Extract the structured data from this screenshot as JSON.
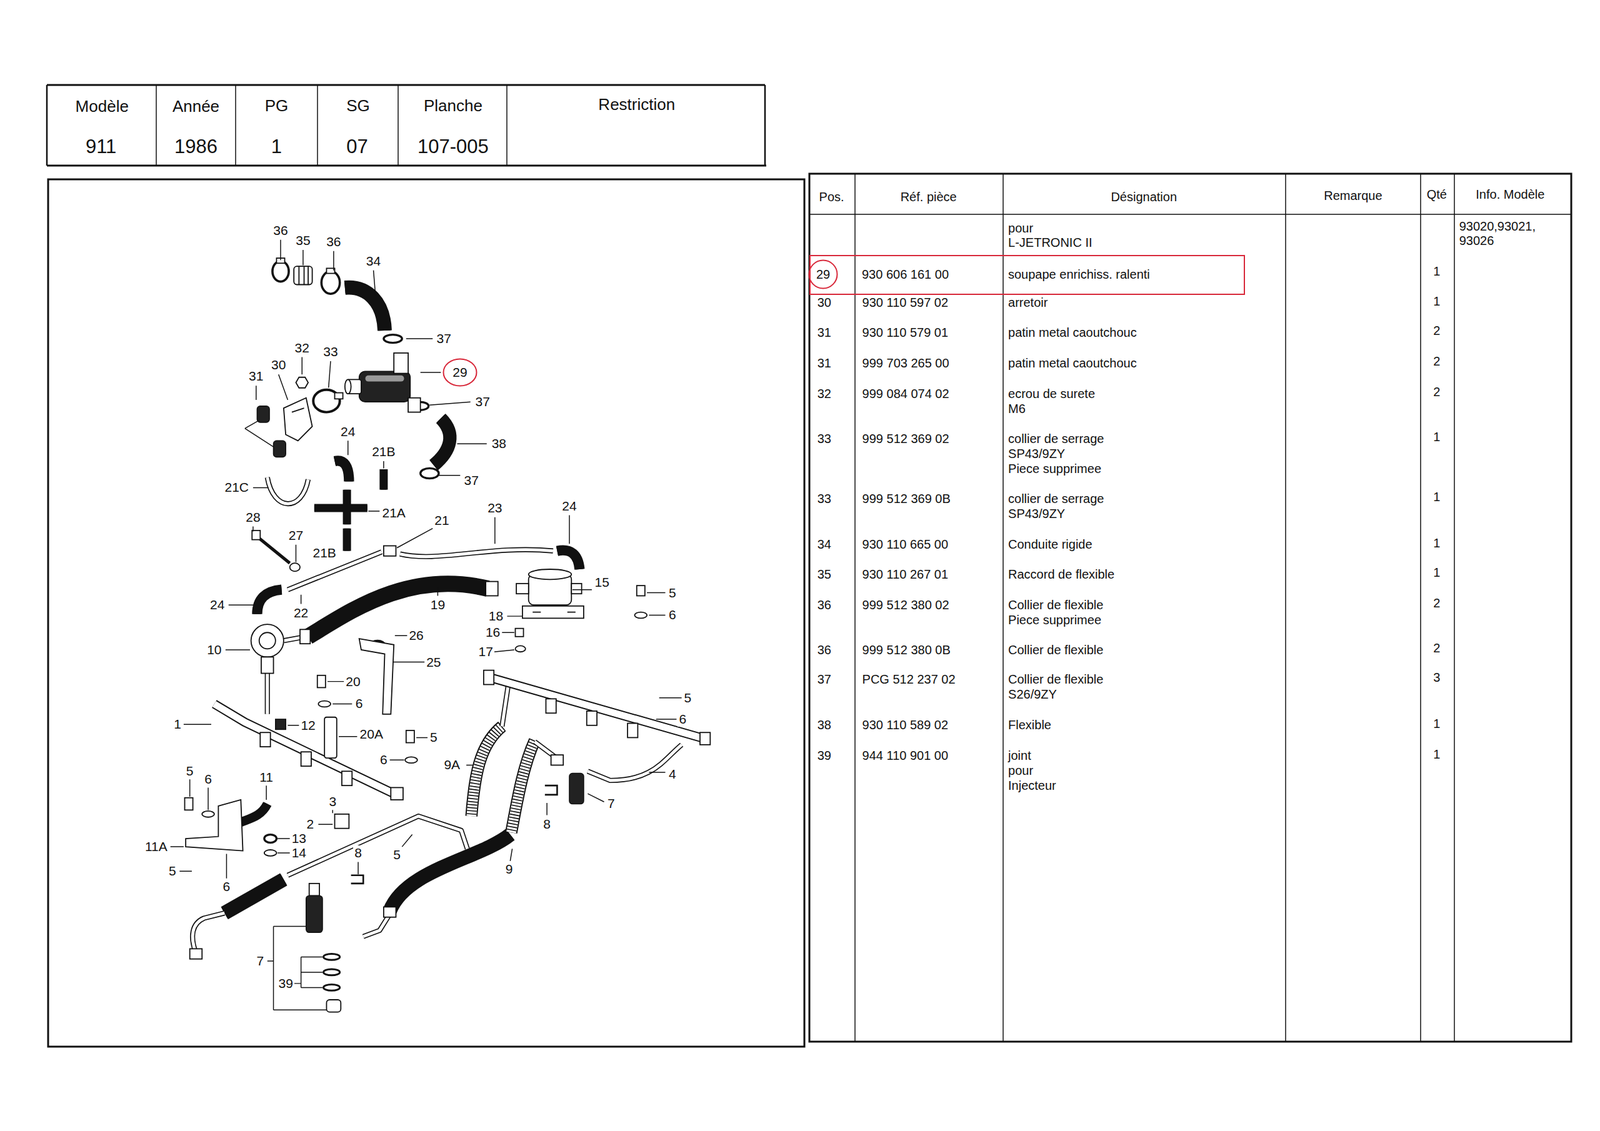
{
  "diagram": {
    "nodes": [
      {
        "text": [
          "29"
        ]
      },
      {
        "text": [
          "930 606 161 00",
          "soupape enrichiss. ralenti"
        ]
      },
      {
        "text": [
          "29"
        ],
        "in": 1
      }
    ],
    "labels": [
      "Modèle",
      "911",
      "Année",
      "1986",
      "PG",
      "1",
      "SG",
      "07",
      "Planche",
      "107-005",
      "Restriction",
      "36",
      "35",
      "36",
      "34",
      "37",
      "32",
      "33",
      "30",
      "31",
      "37",
      "24",
      "21B",
      "38",
      "21C",
      "37",
      "21A",
      "28",
      "27",
      "21",
      "23",
      "24",
      "21B",
      "15",
      "5",
      "6",
      "24",
      "22",
      "19",
      "18",
      "16",
      "26",
      "17",
      "25",
      "10",
      "20",
      "6",
      "5",
      "6",
      "1",
      "12",
      "20A",
      "5",
      "9A",
      "6",
      "4",
      "5",
      "6",
      "11",
      "3",
      "7",
      "2",
      "13",
      "8",
      "5",
      "11A",
      "14",
      "8",
      "9",
      "5",
      "6",
      "7",
      "39",
      "Pos.",
      "Réf. pièce",
      "Désignation",
      "Remarque",
      "Qté",
      "Info. Modèle",
      "pour",
      "L-JETRONIC II",
      "93020,93021,",
      "93026",
      "1",
      "30",
      "930 110 597 02",
      "arretoir",
      "1",
      "31",
      "930 110 579 01",
      "patin metal caoutchouc",
      "2",
      "31",
      "999 703 265 00",
      "patin metal caoutchouc",
      "2",
      "32",
      "999 084 074 02",
      "ecrou de surete",
      "M6",
      "2",
      "33",
      "999 512 369 02",
      "collier de serrage",
      "SP43/9ZY",
      "Piece supprimee",
      "1",
      "33",
      "999 512 369 0B",
      "collier de serrage",
      "SP43/9ZY",
      "1",
      "34",
      "930 110 665 00",
      "Conduite rigide",
      "1",
      "35",
      "930 110 267 01",
      "Raccord de flexible",
      "1",
      "36",
      "999 512 380 02",
      "Collier de flexible",
      "Piece supprimee",
      "2",
      "36",
      "999 512 380 0B",
      "Collier de flexible",
      "2",
      "37",
      "PCG 512 237 02",
      "Collier de flexible",
      "S26/9ZY",
      "3",
      "38",
      "930 110 589 02",
      "Flexible",
      "1",
      "39",
      "944 110 901 00",
      "joint",
      "pour",
      "Injecteur",
      "1"
    ]
  }
}
